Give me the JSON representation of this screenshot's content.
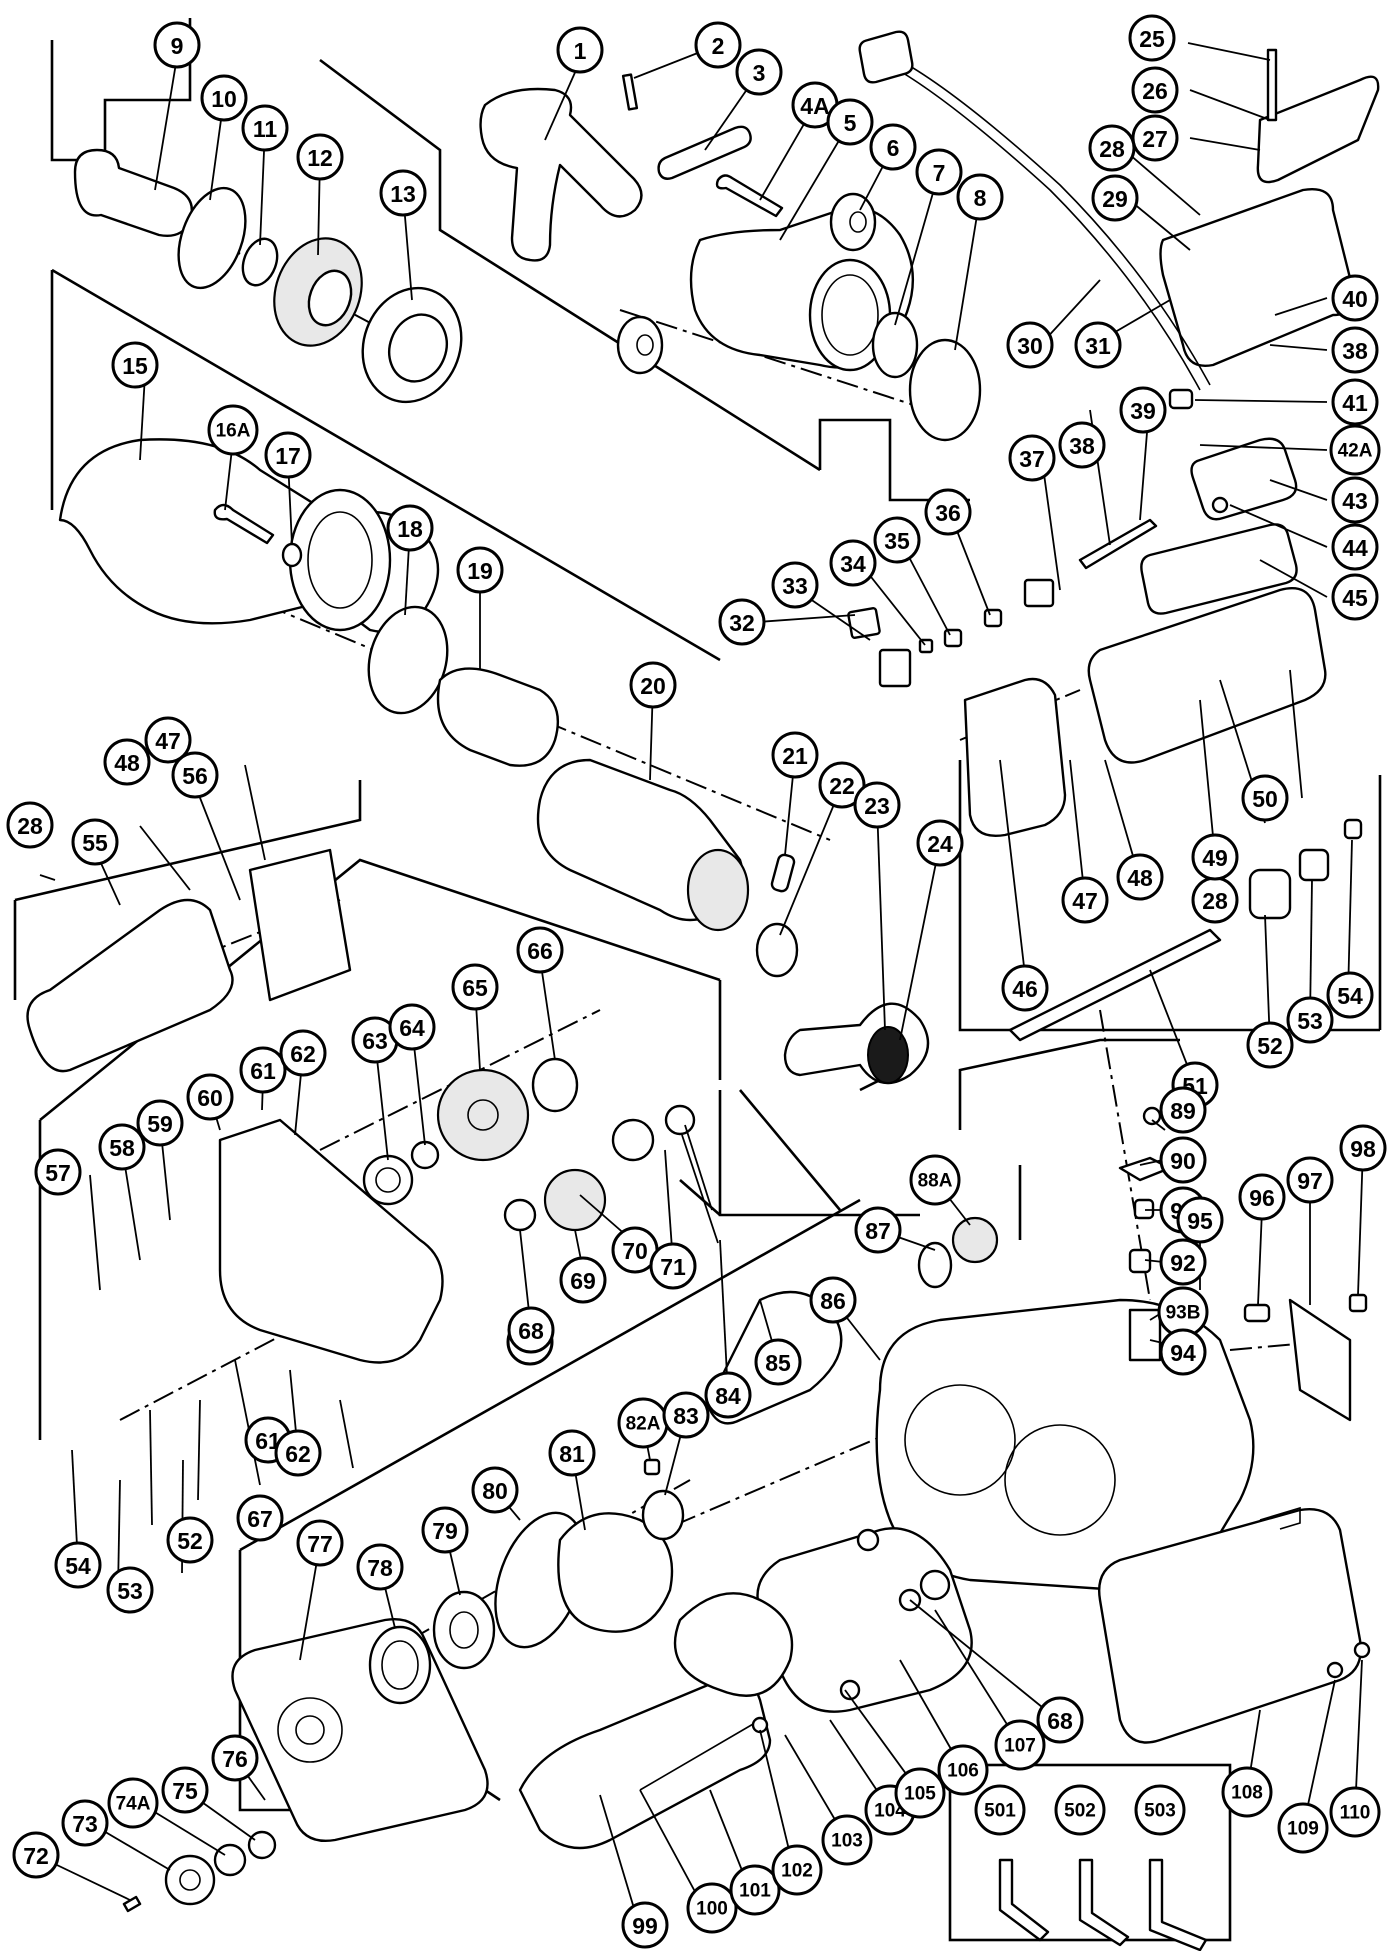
{
  "diagram": {
    "type": "exploded-parts-diagram",
    "part_labels": [
      "1",
      "2",
      "3",
      "4A",
      "5",
      "6",
      "7",
      "8",
      "9",
      "10",
      "11",
      "12",
      "13",
      "15",
      "16A",
      "17",
      "18",
      "19",
      "20",
      "21",
      "22",
      "23",
      "24",
      "25",
      "26",
      "27",
      "28",
      "29",
      "30",
      "31",
      "32",
      "33",
      "34",
      "35",
      "36",
      "37",
      "38",
      "39",
      "40",
      "41",
      "42A",
      "43",
      "44",
      "45",
      "46",
      "47",
      "48",
      "49",
      "50",
      "51",
      "52",
      "53",
      "54",
      "55",
      "56",
      "57",
      "58",
      "59",
      "60",
      "61",
      "62",
      "63",
      "64",
      "65",
      "66",
      "67",
      "68",
      "69",
      "70",
      "71",
      "72",
      "73",
      "74A",
      "75",
      "76",
      "77",
      "78",
      "79",
      "80",
      "81",
      "82A",
      "83",
      "84",
      "85",
      "86",
      "87",
      "88A",
      "89",
      "90",
      "91",
      "92",
      "93B",
      "94",
      "95",
      "96",
      "97",
      "98",
      "99",
      "100",
      "101",
      "102",
      "103",
      "104",
      "105",
      "106",
      "107",
      "108",
      "109",
      "110",
      "501",
      "502",
      "503"
    ]
  },
  "icons": [
    "wrench-icon",
    "hex-key-icon"
  ]
}
